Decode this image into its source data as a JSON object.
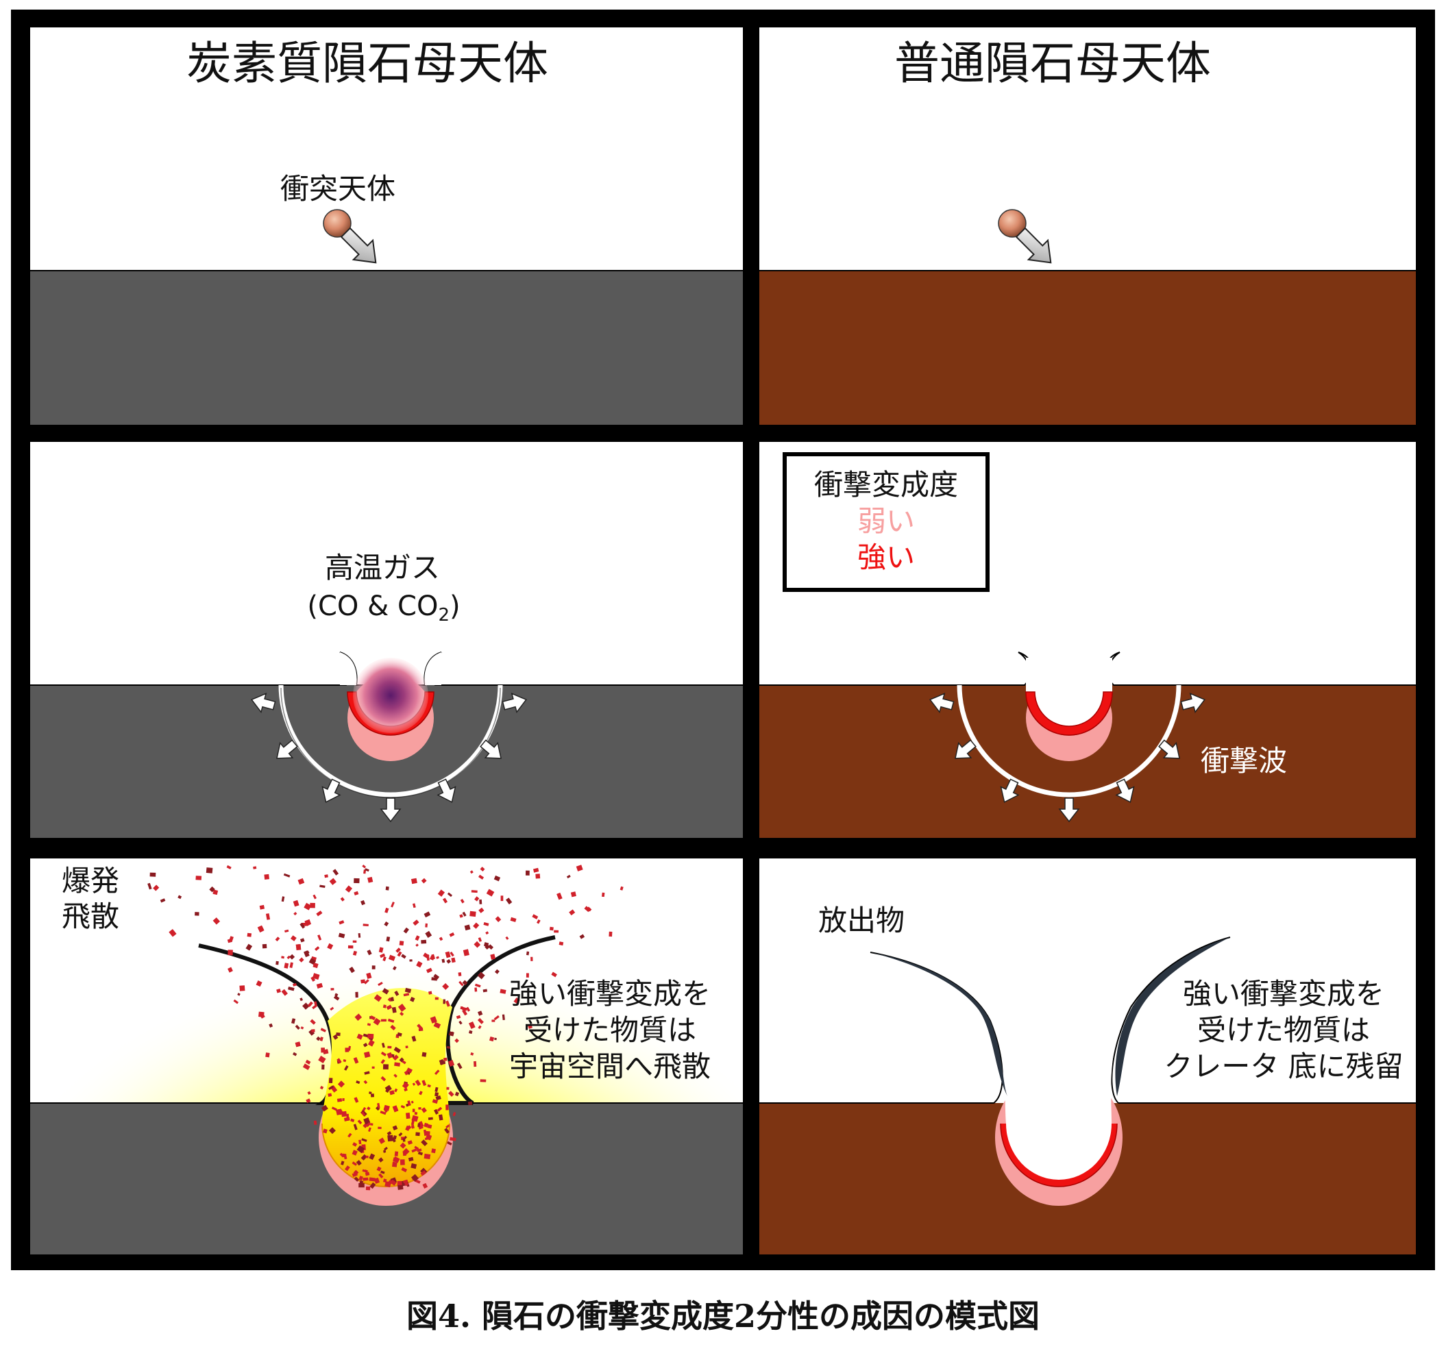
{
  "panels": {
    "left_title": "炭素質隕石母天体",
    "right_title": "普通隕石母天体"
  },
  "labels": {
    "impactor": "衝突天体",
    "hot_gas": "高温ガス",
    "hot_gas_formula_main": "(CO & CO",
    "hot_gas_formula_sub": "2",
    "hot_gas_formula_close": ")",
    "explosion_line1": "爆発",
    "explosion_line2": "飛散",
    "left_result_line1": "強い衝撃変成を",
    "left_result_line2": "受けた物質は",
    "left_result_line3": "宇宙空間へ飛散",
    "shock_wave": "衝撃波",
    "ejecta": "放出物",
    "right_result_line1": "強い衝撃変成を",
    "right_result_line2": "受けた物質は",
    "right_result_line3": "クレータ 底に残留"
  },
  "legend": {
    "title": "衝撃変成度",
    "weak": "弱い",
    "strong": "強い"
  },
  "caption": "図4. 隕石の衝撃変成度2分性の成因の模式図",
  "colors": {
    "carbonaceous_ground": "#595959",
    "ordinary_ground": "#7d3412",
    "weak_shock": "#f7a0a0",
    "strong_shock": "#ee1111",
    "frame": "#000000",
    "impactor": "#d9896a"
  }
}
